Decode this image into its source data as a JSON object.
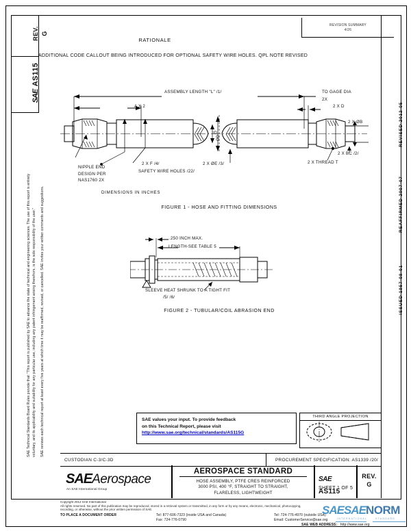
{
  "document": {
    "rev_label": "REV.",
    "rev_value": "G",
    "doc_prefix": "SAE",
    "doc_number": "AS115",
    "rev_history": "REVISION SUMMARY\n4/26"
  },
  "rationale": {
    "title": "RATIONALE",
    "body": "ADDITIONAL CODE CALLOUT BEING INTRODUCED FOR OPTIONAL SAFETY WIRE HOLES. QPL NOTE REVISED"
  },
  "sidebar": {
    "line1": "SAE Technical Standards Board Rules provide that: \"This report is published by SAE to advance the state of technical and engineering sciences. The use of this report is entirely",
    "line2": "voluntary, and its applicability and suitability for any particular use, including any patent infringement arising therefrom, is the sole responsibility of the user.\"",
    "line3": "SAE reviews each technical report at least every five years at which time it may be reaffirmed, revised, or cancelled. SAE invites your written comments and suggestions."
  },
  "date_rail": {
    "issued": "ISSUED 1957-08-01",
    "reaffirmed": "REAFFIRMED 2007-07",
    "revised": "REVISED 2012-05"
  },
  "figure1": {
    "caption": "FIGURE 1 - HOSE AND FITTING DIMENSIONS",
    "assembly_length": "ASSEMBLY LENGTH \"L\" /1/",
    "a_x2": "A X 2",
    "tc_gage_dia": "TO GAGE DIA",
    "two_x": "2X",
    "two_x_d": "2 X D",
    "two_x_dia_b": "2 X ØB",
    "two_x_bc": "2 X BC /2/",
    "two_x_thread_t": "2 X THREAD T",
    "two_x_f": "2 X F /4/",
    "two_x_dia_e": "2 X ØE /3/",
    "safety_wire_holes": "SAFETY WIRE HOLES /22/",
    "nipple_note": "NIPPLE END\nDESIGN PER\nNAS1760 2X",
    "id_label": "ID",
    "od_label": "OD",
    "units_note": "DIMENSIONS IN INCHES"
  },
  "figure2": {
    "caption": "FIGURE 2 - TUBULAR/COIL ABRASION END",
    "max_note": ".250 INCH MAX.",
    "length_note": "LENGTH-SEE TABLE 5",
    "sleeve_note": "SLEEVE HEAT SHRUNK TO A TIGHT FIT",
    "sleeve_ref": "/5/ /6/"
  },
  "feedback": {
    "line1": "SAE values your input. To provide feedback",
    "line2": "on this Technical Report, please visit",
    "link": "http://www.sae.org/technical/standards/AS115G"
  },
  "projection": {
    "title": "THIRD ANGLE PROJECTION"
  },
  "title_block": {
    "custodian": "CUSTODIAN  C-3/C-3D",
    "procurement": "PROCUREMENT SPECIFICATION: AS1339 /20/",
    "logo_sae": "SAE",
    "logo_aerospace": "Aerospace",
    "logo_sub": "An SAE International Group",
    "standard": "AEROSPACE STANDARD",
    "desc1": "HOSE ASSEMBLY, PTFE  CRES REINFORCED",
    "desc2": "3000 PSI, 400 °F, STRAIGHT TO STRAIGHT,",
    "desc3": "FLARELESS, LIGHTWEIGHT",
    "doc_sae": "SAE",
    "doc_number": "AS115",
    "sheet": "SHEET 1 OF 5",
    "rev_label": "REV.",
    "rev_value": "G"
  },
  "copyright": {
    "line1": "Copyright 2012 SAE International",
    "line2": "All rights reserved. No part of this publication may be reproduced, stored in a retrieval system or transmitted, in any form or by any means, electronic, mechanical, photocopying,",
    "line3": "recording, or otherwise, without the prior written permission of SAE.",
    "order_label": "TO PLACE A DOCUMENT ORDER",
    "tel1": "Tel:  877-606-7323 (inside USA and Canada)",
    "tel2": "Tel:  724-776-4970 (outside USA)",
    "fax": "Fax:  724-776-0790",
    "email": "Email: CustomerService@sae.org",
    "web_label": "SAE WEB ADDRESS:",
    "web_url": "http://www.sae.org"
  },
  "watermark": {
    "sae": "SAE",
    "sae2": "SAE",
    "norm": "NORM",
    "sub_left": "INTERNATIONAL",
    "sub_right": "STANDARD"
  }
}
